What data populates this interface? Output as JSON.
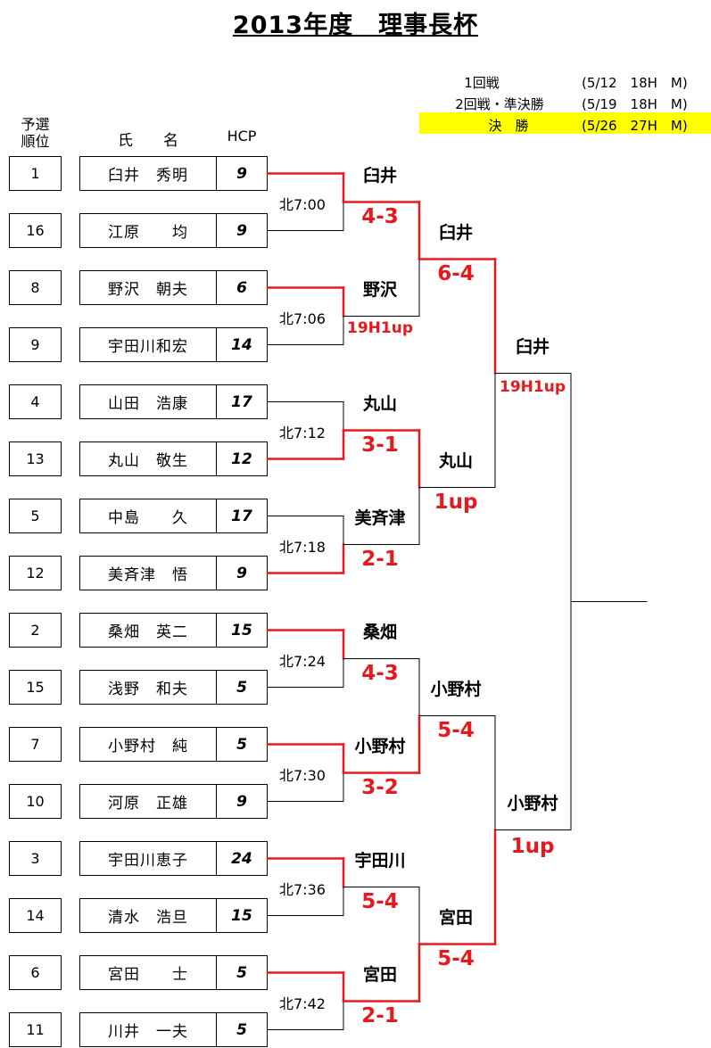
{
  "title": "2013年度　理事長杯",
  "schedule": [
    {
      "round": "1回戦",
      "info": "(5/12　18H　M)"
    },
    {
      "round": "2回戦・準決勝",
      "info": "(5/19　18H　M)"
    },
    {
      "round": "決　勝",
      "info": "(5/26　27H　M)",
      "highlight": "#ffff00"
    }
  ],
  "headers": {
    "seed": "予選\n順位",
    "name": "氏　　名",
    "hcp": "HCP"
  },
  "players": [
    {
      "seed": "1",
      "name": "臼井　秀明",
      "hcp": "9"
    },
    {
      "seed": "16",
      "name": "江原　　均",
      "hcp": "9"
    },
    {
      "seed": "8",
      "name": "野沢　朝夫",
      "hcp": "6"
    },
    {
      "seed": "9",
      "name": "宇田川和宏",
      "hcp": "14"
    },
    {
      "seed": "4",
      "name": "山田　浩康",
      "hcp": "17"
    },
    {
      "seed": "13",
      "name": "丸山　敬生",
      "hcp": "12"
    },
    {
      "seed": "5",
      "name": "中島　　久",
      "hcp": "17"
    },
    {
      "seed": "12",
      "name": "美斉津　悟",
      "hcp": "9"
    },
    {
      "seed": "2",
      "name": "桑畑　英二",
      "hcp": "15"
    },
    {
      "seed": "15",
      "name": "浅野　和夫",
      "hcp": "5"
    },
    {
      "seed": "7",
      "name": "小野村　純",
      "hcp": "5"
    },
    {
      "seed": "10",
      "name": "河原　正雄",
      "hcp": "9"
    },
    {
      "seed": "3",
      "name": "宇田川恵子",
      "hcp": "24"
    },
    {
      "seed": "14",
      "name": "清水　浩旦",
      "hcp": "15"
    },
    {
      "seed": "6",
      "name": "宮田　　士",
      "hcp": "5"
    },
    {
      "seed": "11",
      "name": "川井　一夫",
      "hcp": "5"
    }
  ],
  "round1": [
    {
      "time": "北7:00",
      "winner": "臼井",
      "score": "4-3",
      "winner_slot": 0
    },
    {
      "time": "北7:06",
      "winner": "野沢",
      "score": "19H1up",
      "winner_slot": 0
    },
    {
      "time": "北7:12",
      "winner": "丸山",
      "score": "3-1",
      "winner_slot": 1
    },
    {
      "time": "北7:18",
      "winner": "美斉津",
      "score": "2-1",
      "winner_slot": 1
    },
    {
      "time": "北7:24",
      "winner": "桑畑",
      "score": "4-3",
      "winner_slot": 0
    },
    {
      "time": "北7:30",
      "winner": "小野村",
      "score": "3-2",
      "winner_slot": 0
    },
    {
      "time": "北7:36",
      "winner": "宇田川",
      "score": "5-4",
      "winner_slot": 0
    },
    {
      "time": "北7:42",
      "winner": "宮田",
      "score": "2-1",
      "winner_slot": 0
    }
  ],
  "round2": [
    {
      "winner": "臼井",
      "score": "6-4",
      "winner_slot": 0
    },
    {
      "winner": "丸山",
      "score": "1up",
      "winner_slot": 0
    },
    {
      "winner": "小野村",
      "score": "5-4",
      "winner_slot": 1
    },
    {
      "winner": "宮田",
      "score": "5-4",
      "winner_slot": 1
    }
  ],
  "semifinal": [
    {
      "winner": "臼井",
      "score": "19H1up",
      "winner_slot": 0
    },
    {
      "winner": "小野村",
      "score": "1up",
      "winner_slot": 1
    }
  ],
  "colors": {
    "winner_line": "#e8191e",
    "loser_line": "#000000",
    "score": "#e8191e",
    "highlight": "#ffff00"
  }
}
